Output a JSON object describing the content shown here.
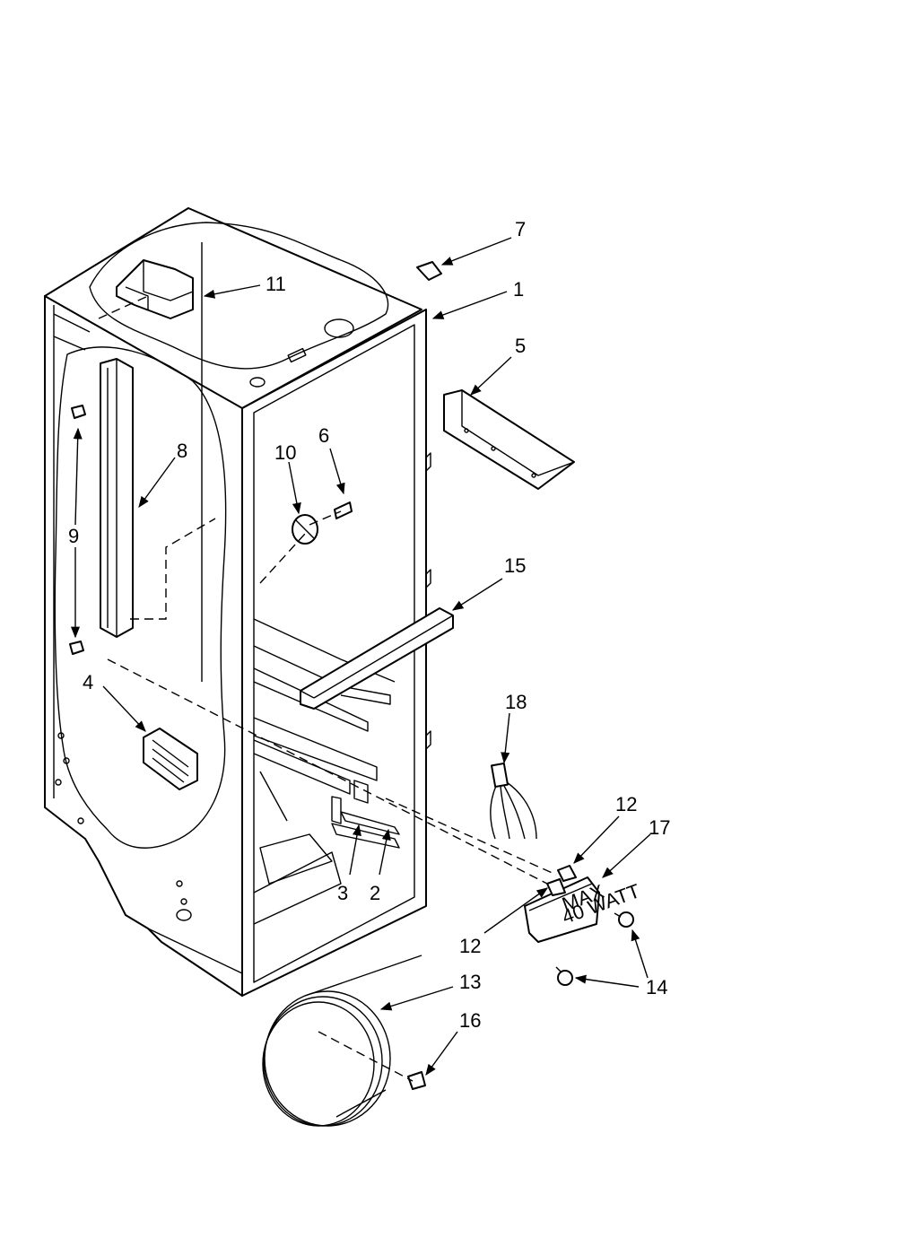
{
  "diagram": {
    "callouts": [
      {
        "id": "1",
        "label": "1"
      },
      {
        "id": "2",
        "label": "2"
      },
      {
        "id": "3",
        "label": "3"
      },
      {
        "id": "4",
        "label": "4"
      },
      {
        "id": "5",
        "label": "5"
      },
      {
        "id": "6",
        "label": "6"
      },
      {
        "id": "7",
        "label": "7"
      },
      {
        "id": "8",
        "label": "8"
      },
      {
        "id": "9",
        "label": "9"
      },
      {
        "id": "10",
        "label": "10"
      },
      {
        "id": "11",
        "label": "11"
      },
      {
        "id": "12a",
        "label": "12"
      },
      {
        "id": "12b",
        "label": "12"
      },
      {
        "id": "13",
        "label": "13"
      },
      {
        "id": "14",
        "label": "14"
      },
      {
        "id": "15",
        "label": "15"
      },
      {
        "id": "16",
        "label": "16"
      },
      {
        "id": "17",
        "label": "17"
      },
      {
        "id": "18",
        "label": "18"
      }
    ],
    "lamp_housing_text": {
      "line1": "MAX",
      "line2": "40 WATT"
    }
  }
}
